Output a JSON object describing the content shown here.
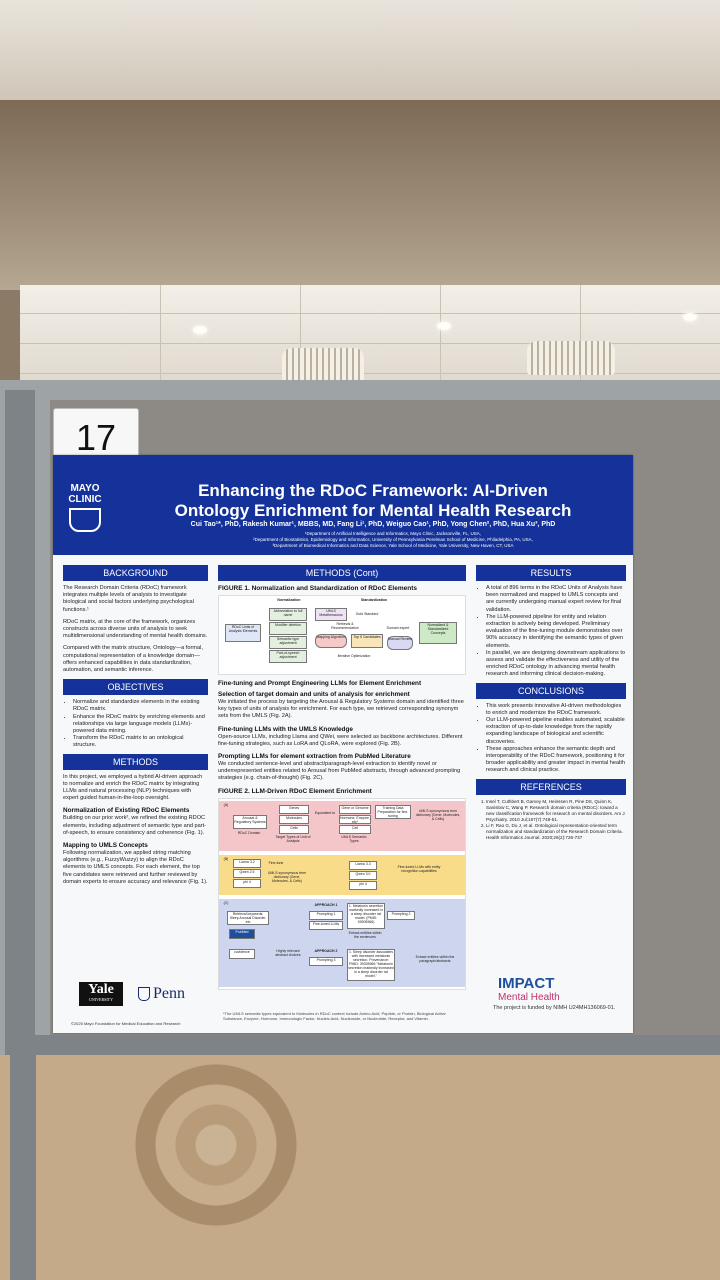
{
  "poster_number": "17",
  "logo": {
    "mayo": "MAYO CLINIC"
  },
  "title_line1": "Enhancing the RDoC Framework: AI-Driven",
  "title_line2": "Ontology Enrichment for Mental Health Research",
  "authors": "Cui Tao¹*, PhD, Rakesh Kumar¹, MBBS, MD, Fang Li¹, PhD, Weiguo Cao¹, PhD, Yong Chen², PhD, Hua Xu³, PhD",
  "affiliations": [
    "¹Department of Artificial Intelligence and Informatics, Mayo Clinic, Jacksonville, FL, USA,",
    "²Department of Biostatistics, Epidemiology and Informatics, University of Pennsylvania Perelman School of Medicine, Philadelphia, PA, USA,",
    "³Department of Biomedical Informatics and Data Science, Yale School of Medicine, Yale University, New Haven, CT, USA"
  ],
  "background": {
    "heading": "BACKGROUND",
    "p1": "The Research Domain Criteria (RDoC) framework integrates multiple levels of analysis to investigate biological and social factors underlying psychological functions.¹",
    "p2": "RDoC matrix, at the core of the framework, organizes constructs across diverse units of analysis to seek multidimensional understanding of mental health domains.",
    "p3": "Compared with the matrix structure, Ontology—a formal, computational representation of a knowledge domain—offers enhanced capabilities in data standardization, automation, and semantic inference."
  },
  "objectives": {
    "heading": "OBJECTIVES",
    "items": [
      "Normalize and standardize elements in the existing RDoC matrix.",
      "Enhance the RDoC matrix by enriching elements and relationships via large language models (LLMs)-powered data mining.",
      "Transform the RDoC matrix to an ontological structure."
    ]
  },
  "methods": {
    "heading": "METHODS",
    "p1": "In this project, we employed a hybrid AI-driven approach to normalize and enrich the RDoC matrix by integrating LLMs and natural processing (NLP) techniques with expert guided human-in-the-loop oversight.",
    "sub1": "Normalization of Existing RDoC Elements",
    "p2": "Building on our prior work², we refined the existing RDOC elements, including adjustment of semantic type and  part-of-speech, to ensure consistency and coherence (Fig. 1).",
    "sub2": "Mapping to UMLS Concepts",
    "p3": "Following normalization, we applied string matching algorithms (e.g., FuzzyWuzzy) to align the RDoC elements to UMLS concepts. For each element, the top five candidates were retrieved and further reviewed by domain experts to ensure accuracy and relevance (Fig. 1)."
  },
  "methods_cont": {
    "heading": "METHODS (Cont)",
    "fig1_title": "FIGURE 1. Normalization and Standardization of RDoC Elements",
    "fig1_labels": {
      "normalization": "Normalization",
      "standardization": "Standardization",
      "rdoc": "RDoC Units of Analysis Elements",
      "abbr": "Abbreviation to full name",
      "modifier": "Modifier deletion",
      "semantic": "Semantic type adjustment",
      "pos": "Part-of-speech adjustment",
      "umls": "UMLS Metathesaurus",
      "retrieval": "Retrieval & Recommendation",
      "mapping": "Mapping Algorithm",
      "top5": "Top 5 Candidates",
      "review": "Manual Review",
      "iterative": "Iterative Optimization",
      "normalized": "Normalized & Standardized Concepts",
      "gold": "Gold Standard",
      "domain": "Domain expert"
    },
    "sub1": "Fine-tuning and Prompt Engineering LLMs for Element Enrichment",
    "sub2": "Selection of target domain and units of analysis for enrichment",
    "p1": "We initiated the process by targeting the Arousal & Regulatory Systems domain and identified three key types of units of analysis for enrichment. For each type, we retrieved corresponding synonym sets from the UMLS (Fig. 2A).",
    "sub3": "Fine-tuning LLMs with the UMLS Knowledge",
    "p2": "Open-source LLMs, including Llama and QWei, were selected as backbone architectures. Different fine-tuning strategies, such as LoRA and QLoRA, were explored (Fig. 2B).",
    "sub4": "Prompting LLMs for element extraction from PubMed Literature",
    "p3": "We conducted sentence-level and abstract/paragraph-level extraction to identify novel or underrepresented entities related to Arousal from PubMed abstracts, through advanced prompting strategies (e.g. chain-of-thought) (Fig. 2C).",
    "fig2_title": "FIGURE 2. LLM-Driven RDoC Element Enrichment",
    "fig2_labels": {
      "a": "(A)",
      "b": "(B)",
      "c": "(C)",
      "arousal": "Arousal & Regulatory Systems",
      "rdoc_domain": "RDoC Domain",
      "genes": "Genes",
      "molecules": "Molecules",
      "cells": "Cells",
      "target": "Target Types of Unit of Analysis",
      "equivalent": "Equivalent to",
      "gene_genome": "Gene or Genome",
      "hormone": "Hormone, Enzyme, etc*",
      "cell": "Cell",
      "umls_types": "UMLS Semantic Types",
      "training": "Training Data Preparation for fine-tuning",
      "umls_syn": "UMLS synonymous term dictionary (Gene, Molecules, & Cells)",
      "llama32": "Llama 3.2",
      "qwen25": "Qwen 2.5",
      "phi4": "phi 4",
      "llama33": "Llama 3.3",
      "qwen30": "Qwen 3.0",
      "finetune": "Fine-tune",
      "umls_dict": "UMLS synonymous term dictionary (Gene, Molecules, & Cells)",
      "finetuned": "Fine-tuned LLMs with entity recognition capabilities",
      "retrieval_kw": "Retrieval keywords: Sleep Arousal Disorder, etc",
      "pubmed": "PubMed",
      "cove": "covidence",
      "approach1": "APPROACH 1",
      "approach2": "APPROACH 2",
      "prompting1": "Prompting 1",
      "prompting2": "Prompting 2",
      "prompting3": "Prompting 3",
      "finetuned_llms": "Fine-tuned LLMs",
      "relevant": "Highly relevant abstract choices",
      "extract_sent": "Extract entities within the sentences",
      "extract_para": "Extract entities within the paragraph/abstracts",
      "melatonin": "1. Melatonin secretion markedly increased in a sleep disorder rat model. (PMID: 39305966)",
      "sleep_disorder": "1. Sleep disorder associates with increased melatonin secretion. Provenance: PMID: 39305966 \"Melatonin secretion markedly increased in a sleep disorder rat model.\""
    },
    "footnote": "*The UMLS semantic types equivalent to Molecules in RDoC context include Amino Acid, Peptide, or Protein, Biological Active Substance, Enzyme, Hormone, Immunologic Factor, Nucleic Acid, Nucleoside, or Nucleotide, Receptor, and Vitamin."
  },
  "results": {
    "heading": "RESULTS",
    "items": [
      "A total of 896 terms in the RDoC Units of Analysis have been normalized and mapped to UMLS concepts and are currently undergoing manual expert review for final validation.",
      "The LLM-powered pipeline for entity and relation extraction is actively being developed. Preliminary evaluation of the fine-tuning module demonstrates over 90% accuracy in identifying the semantic types of given elements.",
      "In parallel, we are designing downstream applications to assess and validate the effectiveness and utility of the enriched RDoC ontology in advancing mental health research and informing clinical decision-making."
    ]
  },
  "conclusions": {
    "heading": "CONCLUSIONS",
    "items": [
      "This work presents innovative AI-driven methodologies to enrich and modernize the RDoC framework.",
      "Our LLM-powered pipeline enables automated, scalable extraction of up-to-date knowledge from the rapidly expanding landscape of biological and scientific discoveries.",
      "These approaches enhance the semantic depth and interoperability of the RDoC framework, positioning it for broader applicability and greater impact in mental health research and clinical practice."
    ]
  },
  "references": {
    "heading": "REFERENCES",
    "items": [
      "Insel T, Cuthbert B, Garvey M, Heinssen R, Pine DS, Quinn K, Sanislow C, Wang P. Research domain criteria (RDoC): toward a new classification framework for research on mental disorders. Am J Psychiatry. 2010 Jul;167(7):748-51.",
      "Li F, Rao G, Du J, et al. Ontological representation-oriented term normalization and standardization of the Research Domain Criteria. Health Informatics Journal. 2020;26(2):726-737"
    ]
  },
  "logos": {
    "yale": "Yale",
    "yale_sub": "UNIVERSITY",
    "penn": "Penn",
    "impact": "IMPACT",
    "impact_sub": "Mental Health"
  },
  "copyright": "©2025 Mayo Foundation for Medical Education and Research",
  "funded": "The project is funded by NIMH U24MH136069-01."
}
